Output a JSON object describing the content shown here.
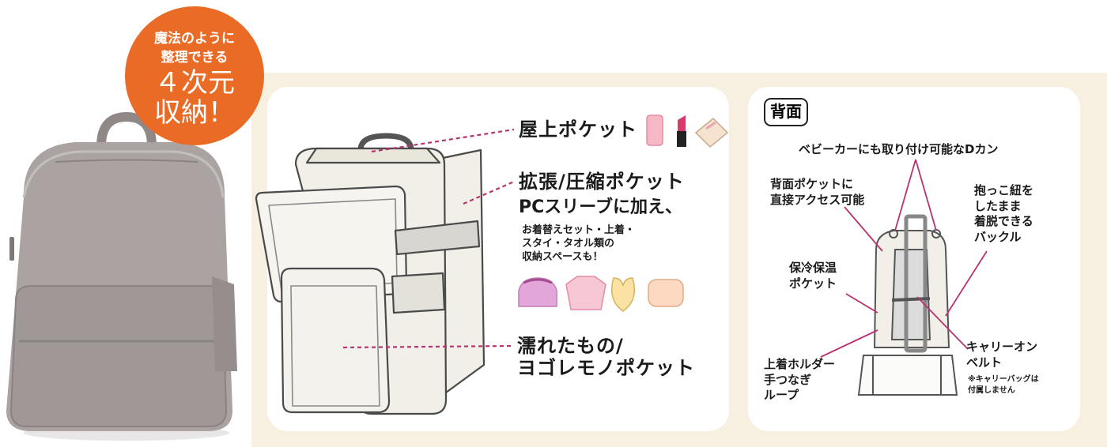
{
  "badge": {
    "line1": "魔法のように",
    "line2": "整理できる",
    "line3": "４次元",
    "line4": "収納！",
    "color": "#ea6b26"
  },
  "front": {
    "top_pocket": "屋上ポケット",
    "expand_title": "拡張/圧縮ポケット",
    "expand_sub": "PCスリーブに加え、",
    "expand_note": "お着替えセット・上着・\nスタイ・タオル類の\n収納スペースも！",
    "wet_pocket": "濡れたもの/\nヨゴレモノポケット",
    "top_icons": [
      "phone-icon",
      "lipstick-icon",
      "tissue-icon"
    ],
    "baby_icons": [
      "baby-clothes-icon",
      "jacket-icon",
      "bib-icon",
      "towel-icon"
    ]
  },
  "back": {
    "title": "背面",
    "d_ring": "ベビーカーにも取り付け可能なDカン",
    "back_pocket": "背面ポケットに\n直接アクセス可能",
    "buckle": "抱っこ紐を\nしたまま\n着脱できる\nバックル",
    "cool_pocket": "保冷保温\nポケット",
    "holder": "上着ホルダー\n手つなぎ\nループ",
    "carry_belt": "キャリーオン\nベルト",
    "carry_note": "※キャリーバッグは\n付属しません"
  },
  "colors": {
    "accent_line": "#b7336f",
    "bag_gray": "#aaa3a2",
    "cream_bg": "#f7efdf"
  }
}
